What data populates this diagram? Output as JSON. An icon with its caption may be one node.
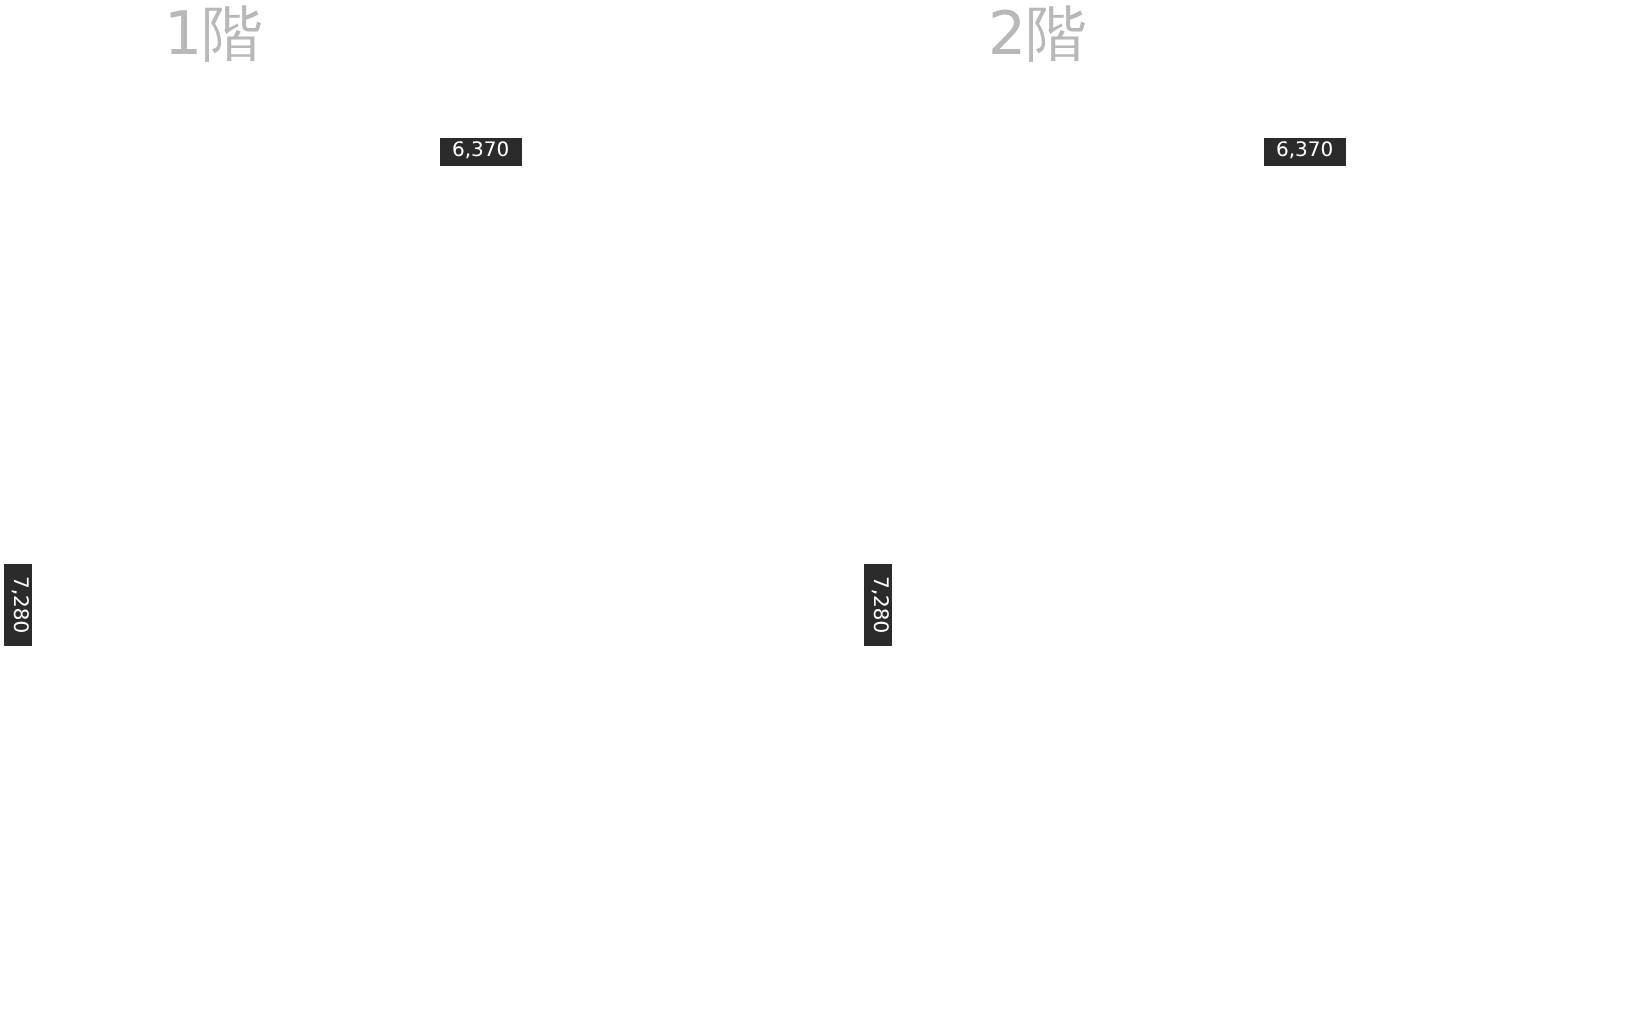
{
  "diagram": {
    "labels": [
      "1階",
      "6,370",
      "7,280",
      "2階",
      "6,370",
      "7,280"
    ]
  }
}
